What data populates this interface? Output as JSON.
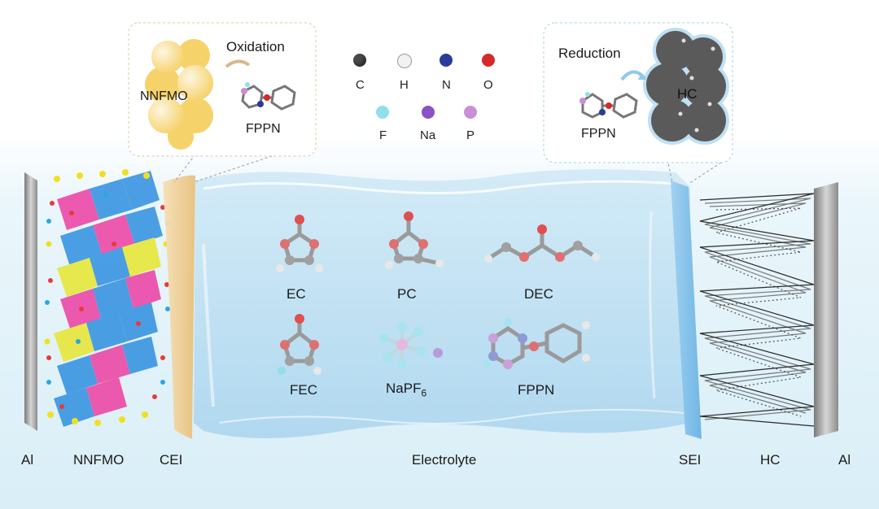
{
  "bottom_labels": {
    "al_left": "Al",
    "cathode": "NNFMO",
    "cei": "CEI",
    "electrolyte": "Electrolyte",
    "sei": "SEI",
    "anode": "HC",
    "al_right": "Al"
  },
  "inset_left": {
    "title": "Oxidation",
    "material": "NNFMO",
    "molecule": "FPPN"
  },
  "inset_right": {
    "title": "Reduction",
    "material": "HC",
    "molecule": "FPPN"
  },
  "legend": [
    {
      "symbol": "C",
      "color": "#4a4a4a"
    },
    {
      "symbol": "H",
      "color": "#f2f2f2"
    },
    {
      "symbol": "N",
      "color": "#2a3a9a"
    },
    {
      "symbol": "O",
      "color": "#d42a2a"
    },
    {
      "symbol": "F",
      "color": "#8fe0ec"
    },
    {
      "symbol": "Na",
      "color": "#8a52c4"
    },
    {
      "symbol": "P",
      "color": "#c98fd6"
    }
  ],
  "molecules": {
    "ec": "EC",
    "pc": "PC",
    "dec": "DEC",
    "fec": "FEC",
    "napf6_main": "NaPF",
    "napf6_sub": "6",
    "fppn": "FPPN"
  }
}
